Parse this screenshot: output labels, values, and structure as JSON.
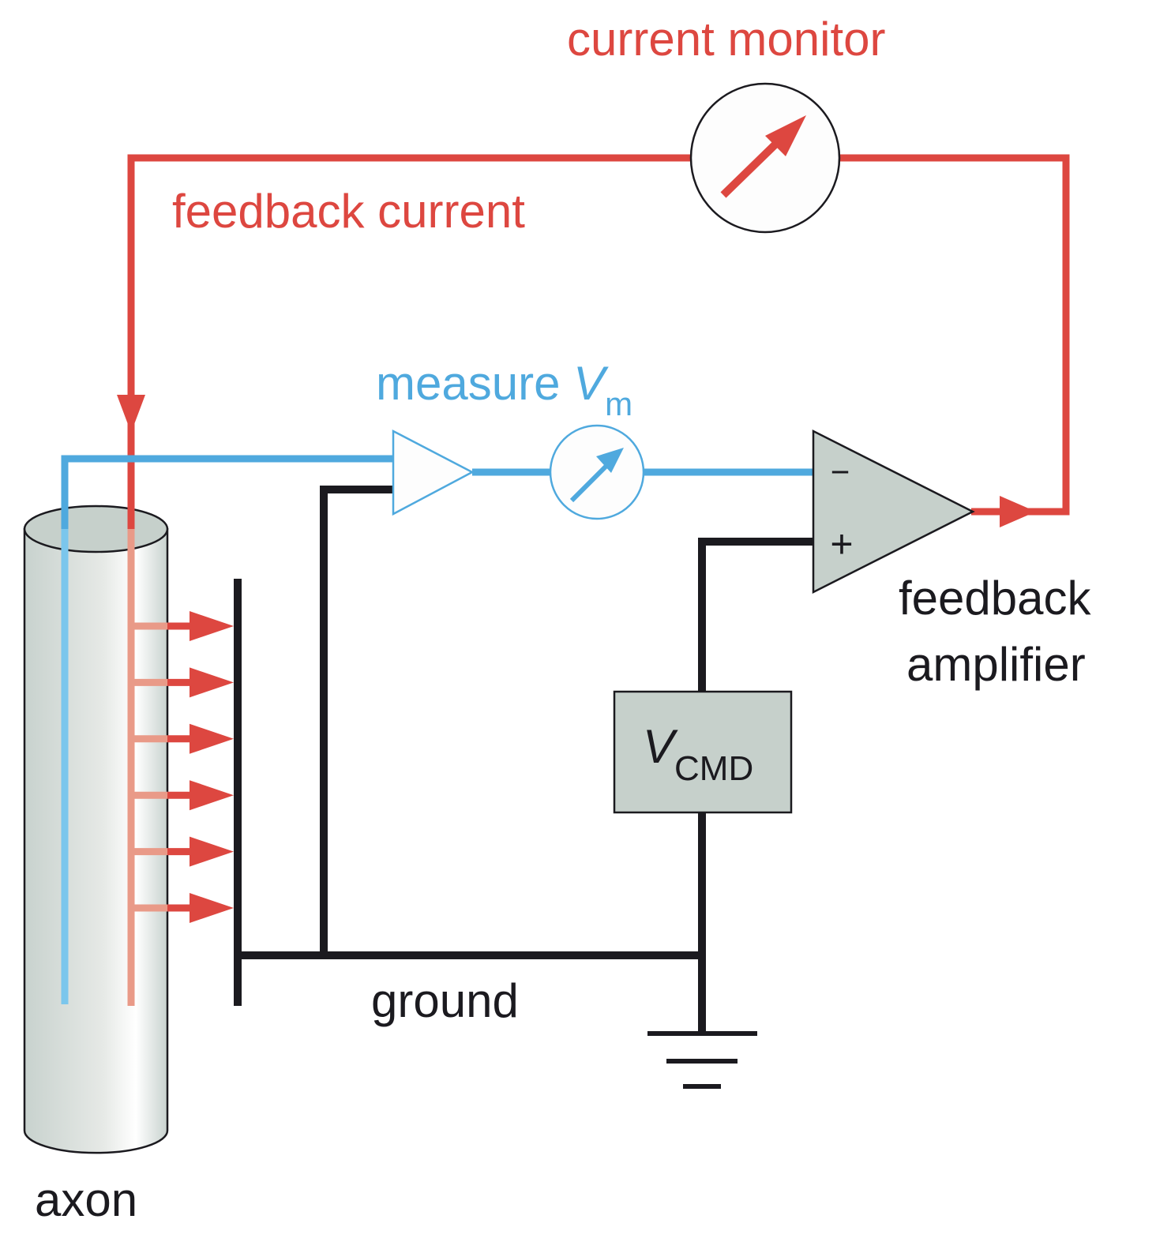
{
  "title": "Voltage clamp circuit",
  "colors": {
    "current": "#dd4740",
    "current_light": "#e99a88",
    "voltage": "#4fa9de",
    "voltage_light": "#7bc6ec",
    "wire": "#1b1a1f",
    "component_fill": "#c6d0cb"
  },
  "labels": {
    "current_monitor": "current monitor",
    "feedback_current": "feedback current",
    "measure_vm_main": "measure ",
    "measure_vm_symbol": "V",
    "measure_vm_sub": "m",
    "feedback_amplifier_line1": "feedback",
    "feedback_amplifier_line2": "amplifier",
    "vcmd_symbol": "V",
    "vcmd_sub": "CMD",
    "ground": "ground",
    "axon": "axon",
    "amp_minus": "−",
    "amp_plus": "+"
  },
  "components": [
    {
      "id": "axon",
      "type": "cylinder"
    },
    {
      "id": "voltage-electrode",
      "type": "electrode",
      "signal": "voltage"
    },
    {
      "id": "current-electrode",
      "type": "electrode",
      "signal": "current"
    },
    {
      "id": "ground-plate",
      "type": "electrode"
    },
    {
      "id": "voltage-follower",
      "type": "amplifier"
    },
    {
      "id": "voltmeter",
      "type": "meter"
    },
    {
      "id": "feedback-amplifier",
      "type": "op-amp"
    },
    {
      "id": "current-meter",
      "type": "meter"
    },
    {
      "id": "vcmd-source",
      "type": "voltage-source"
    },
    {
      "id": "ground-symbol",
      "type": "ground"
    }
  ],
  "membrane_current_arrows": 6
}
